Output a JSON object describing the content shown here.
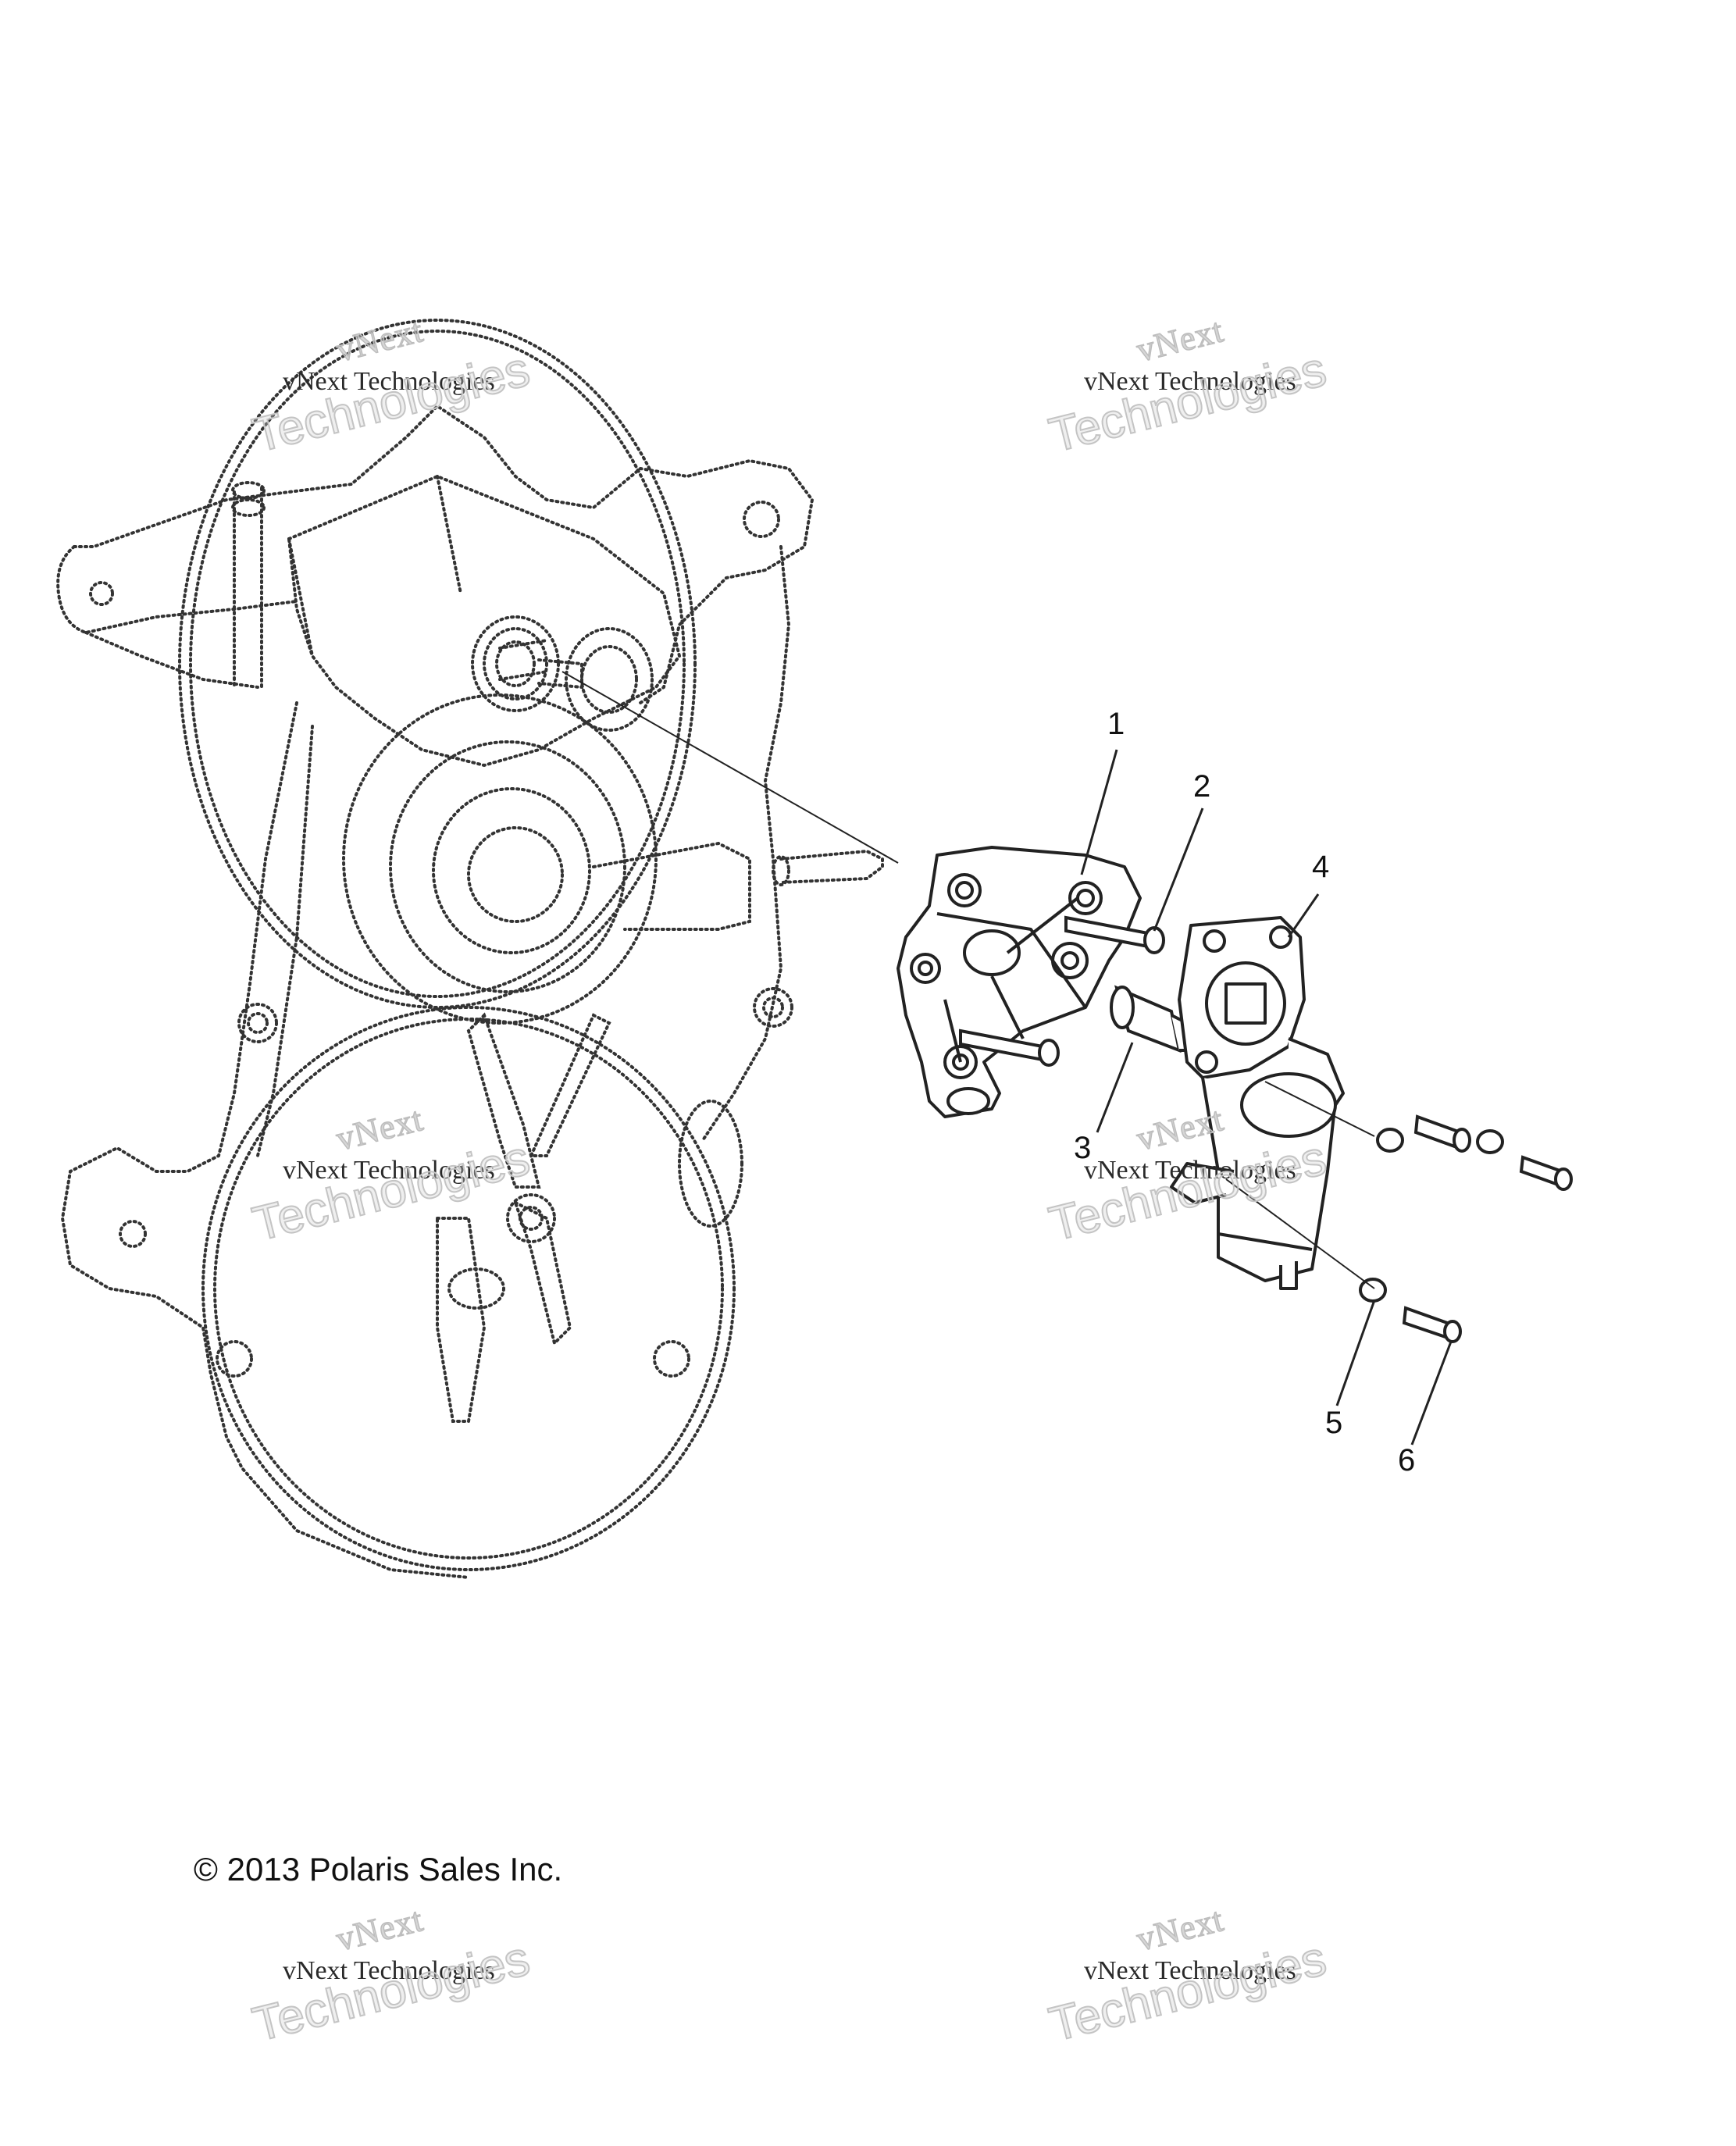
{
  "callouts": [
    "1",
    "2",
    "3",
    "4",
    "5",
    "6"
  ],
  "copyright": "© 2013 Polaris Sales Inc.",
  "watermark": {
    "brand_top": "vNext",
    "brand_line": "vNext Technologies",
    "brand_big": "Technologies"
  },
  "colors": {
    "line": "#222222",
    "dotted": "#333333",
    "watermark": "#c4c4c4"
  }
}
